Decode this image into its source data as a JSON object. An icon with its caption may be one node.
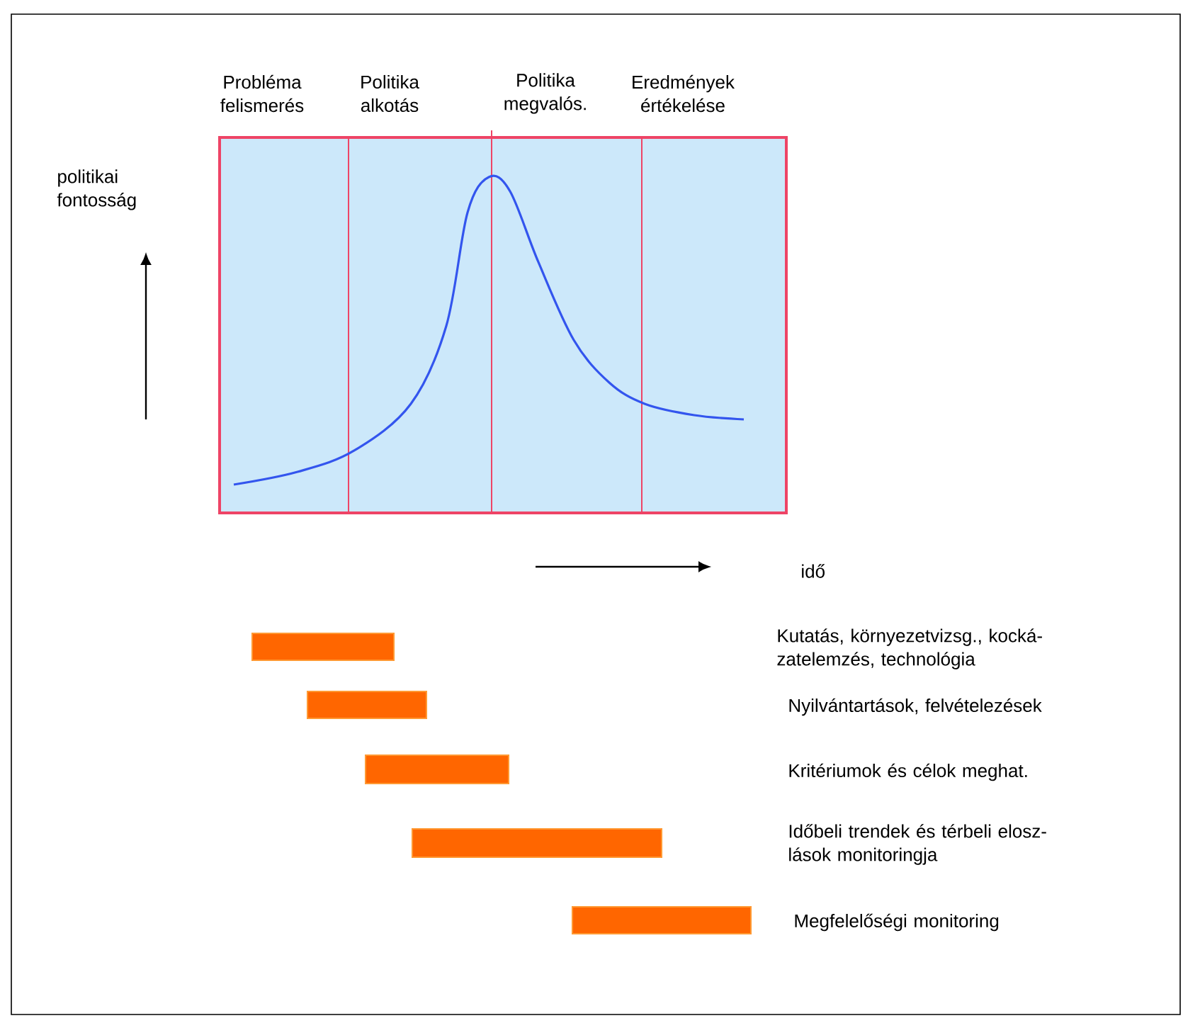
{
  "diagram": {
    "nodes": [
      {
        "text": [],
        "shape": "bar"
      },
      {
        "text": [],
        "shape": "bar"
      },
      {
        "text": [],
        "shape": "bar"
      },
      {
        "text": [],
        "shape": "bar"
      },
      {
        "text": [],
        "shape": "bar"
      }
    ],
    "labels": [
      "Probléma felismerés",
      "Politika alkotás",
      "Politika megvalós.",
      "Eredmények értékelése",
      "politikai fontosság",
      "idő",
      "Kutatás, környezetvizsg., kocká- zatelemzés, technológia",
      "Nyilvántartások, felvételezések",
      "Kritériumok és célok meghat.",
      "Időbeli trendek és térbeli elosz- lások monitoringja",
      "Megfelelőségi monitoring"
    ]
  }
}
